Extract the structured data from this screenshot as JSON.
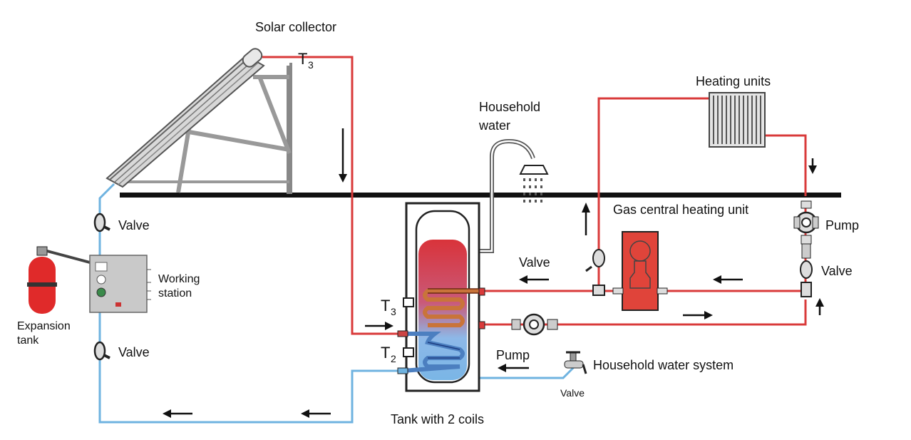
{
  "labels": {
    "solar_collector": "Solar collector",
    "t3_top": "T",
    "t3_top_sub": "3",
    "household_water_l1": "Household",
    "household_water_l2": "water",
    "heating_units": "Heating units",
    "gas_unit": "Gas central heating unit",
    "pump_right": "Pump",
    "valve_right": "Valve",
    "valve_mid": "Valve",
    "valve_left_top": "Valve",
    "valve_left_bottom": "Valve",
    "working_station_l1": "Working",
    "working_station_l2": "station",
    "expansion_tank_l1": "Expansion",
    "expansion_tank_l2": "tank",
    "t3_tank": "T",
    "t3_tank_sub": "3",
    "t2_tank": "T",
    "t2_tank_sub": "2",
    "pump_bottom": "Pump",
    "household_water_system": "Household water system",
    "valve_small": "Valve",
    "tank_caption": "Tank with 2 coils"
  },
  "colors": {
    "hot_pipe": "#d93a3a",
    "cold_pipe": "#6fb3e0",
    "ground": "#111111",
    "tank_fill_hot": "#d9333a",
    "tank_fill_cold": "#7ab6e6",
    "heater_fill": "#e0443a",
    "coil": "#c9743a"
  },
  "icons": [
    "shower-icon",
    "pump-icon",
    "valve-icon",
    "faucet-icon",
    "radiator-icon",
    "expansion-tank-icon",
    "control-box-icon"
  ]
}
